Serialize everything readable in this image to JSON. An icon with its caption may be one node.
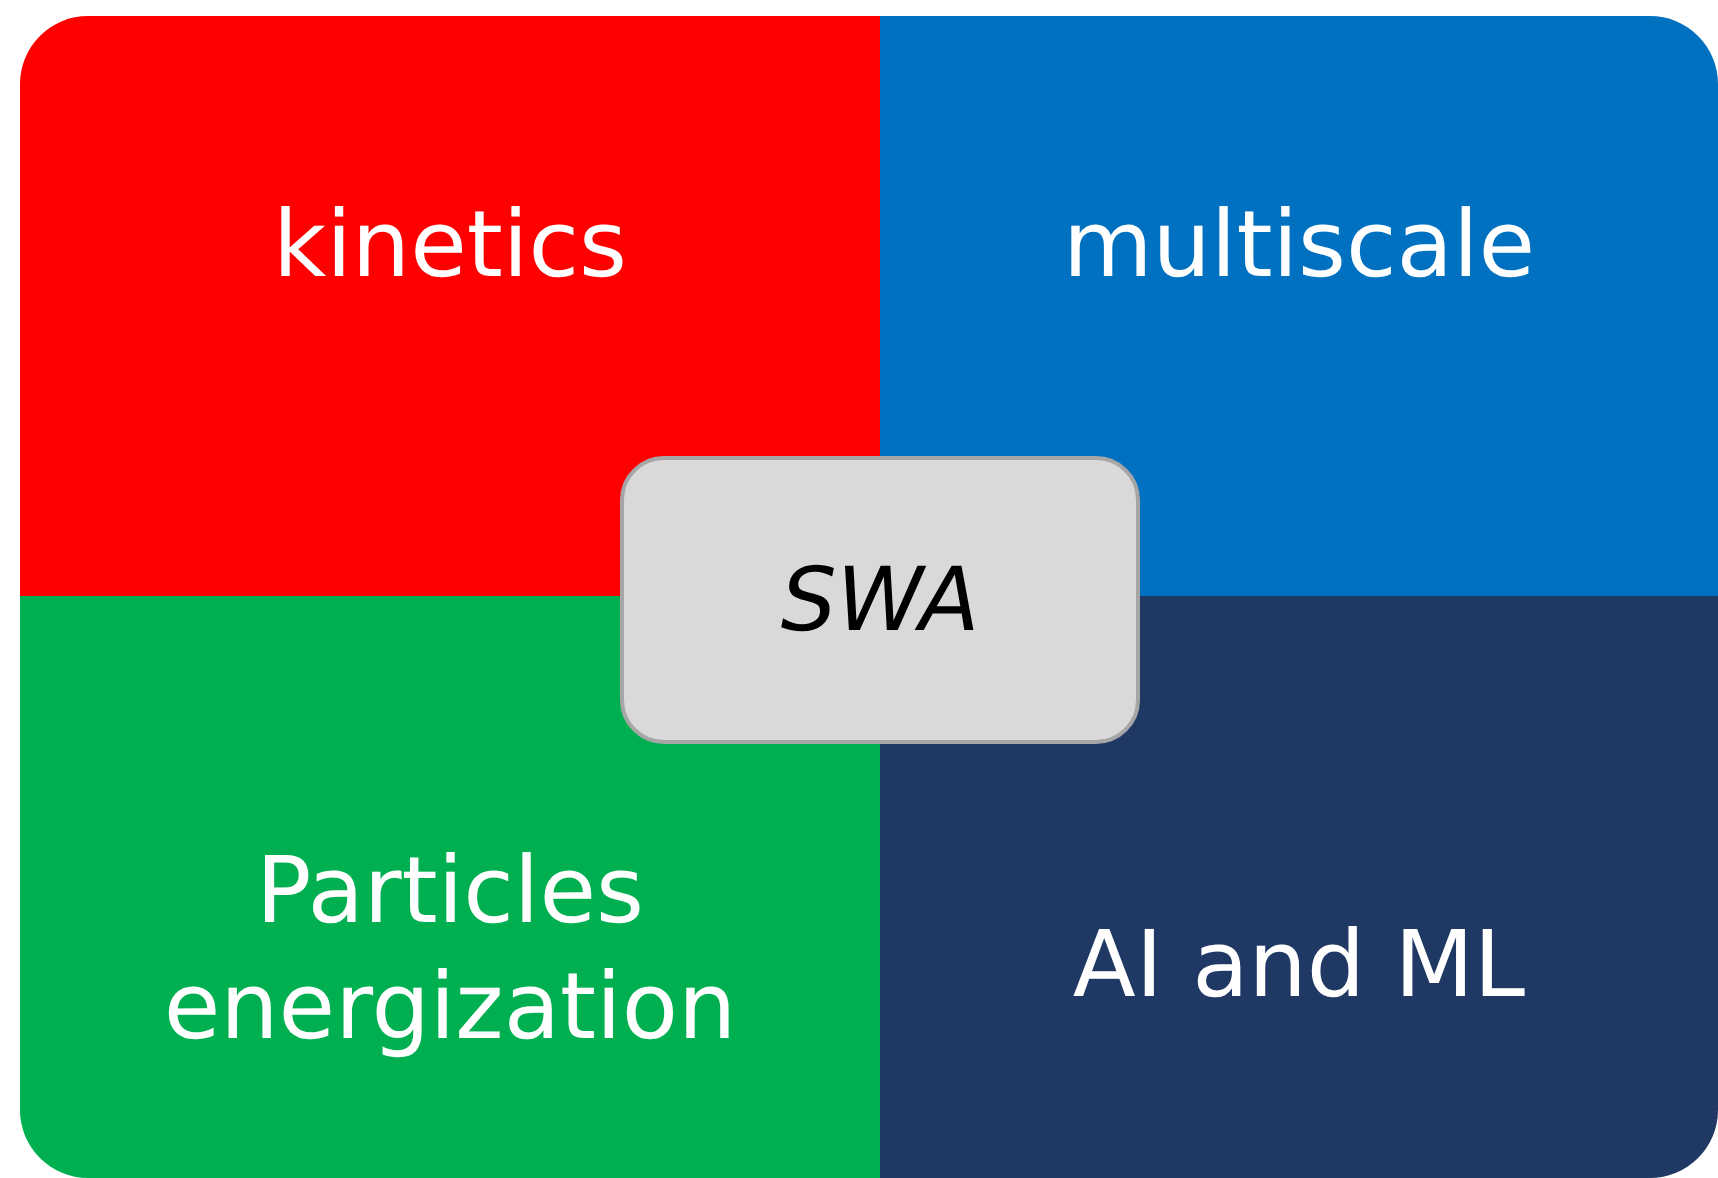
{
  "diagram": {
    "nodes": [
      {
        "text": [
          "kinetics"
        ]
      },
      {
        "text": [
          "multiscale"
        ]
      },
      {
        "text": [
          "SWA"
        ]
      },
      {
        "text": [
          "Particles energization"
        ]
      },
      {
        "text": [
          "AI and ML"
        ]
      }
    ]
  }
}
